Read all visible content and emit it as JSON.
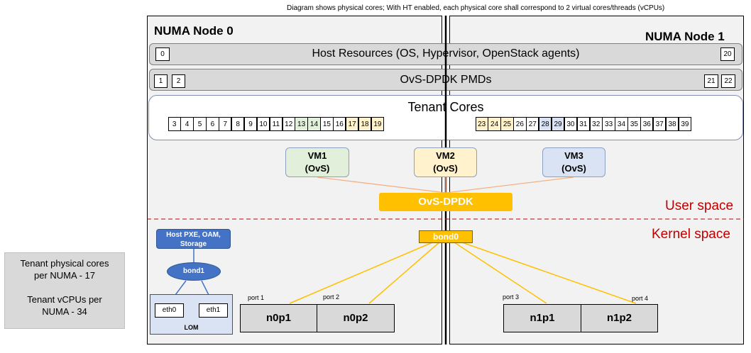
{
  "caption": "Diagram shows physical cores; With HT enabled, each physical core shall correspond to 2 virtual cores/threads (vCPUs)",
  "numa0": {
    "title": "NUMA Node 0"
  },
  "numa1": {
    "title": "NUMA Node 1"
  },
  "host_resources": {
    "label": "Host Resources (OS, Hypervisor, OpenStack agents)",
    "left_core": "0",
    "right_core": "20"
  },
  "pmds": {
    "label": "OvS-DPDK PMDs",
    "left_cores": [
      "1",
      "2"
    ],
    "right_cores": [
      "21",
      "22"
    ]
  },
  "tenant": {
    "label": "Tenant Cores",
    "node0_cores": [
      "3",
      "4",
      "5",
      "6",
      "7",
      "8",
      "9",
      "10",
      "11",
      "12",
      "13",
      "14",
      "15",
      "16",
      "17",
      "18",
      "19"
    ],
    "node1_cores": [
      "23",
      "24",
      "25",
      "26",
      "27",
      "28",
      "29",
      "30",
      "31",
      "32",
      "33",
      "34",
      "35",
      "36",
      "37",
      "38",
      "39"
    ],
    "vm1_cores": [
      "13",
      "14"
    ],
    "vm2_cores": [
      "17",
      "18",
      "19",
      "23",
      "24",
      "25"
    ],
    "vm3_cores": [
      "28",
      "29"
    ]
  },
  "vms": [
    {
      "name": "VM1",
      "sub": "(OvS)"
    },
    {
      "name": "VM2",
      "sub": "(OvS)"
    },
    {
      "name": "VM3",
      "sub": "(OvS)"
    }
  ],
  "ovs_dpdk": {
    "label": "OvS-DPDK"
  },
  "bond0": {
    "label": "bond0"
  },
  "spaces": {
    "user": "User space",
    "kernel": "Kernel space"
  },
  "host_pxe": {
    "label": "Host PXE, OAM, Storage"
  },
  "bond1": {
    "label": "bond1"
  },
  "lom": {
    "label": "LOM",
    "eth0": "eth0",
    "eth1": "eth1"
  },
  "ports": [
    {
      "port_label": "port 1",
      "nic": "n0p1"
    },
    {
      "port_label": "port 2",
      "nic": "n0p2"
    },
    {
      "port_label": "port 3",
      "nic": "n1p1"
    },
    {
      "port_label": "port 4",
      "nic": "n1p2"
    }
  ],
  "side_note": {
    "line1": "Tenant physical cores",
    "line2": "per NUMA  - 17",
    "line3": "Tenant vCPUs per",
    "line4": "NUMA - 34"
  },
  "colors": {
    "vm1": "#e2efda",
    "vm2": "#fff2cc",
    "vm3": "#dae3f3",
    "ovs": "#ffc000",
    "vm_line": "#f4b183",
    "bond_line": "#ffc000",
    "separator": "#c00000"
  }
}
